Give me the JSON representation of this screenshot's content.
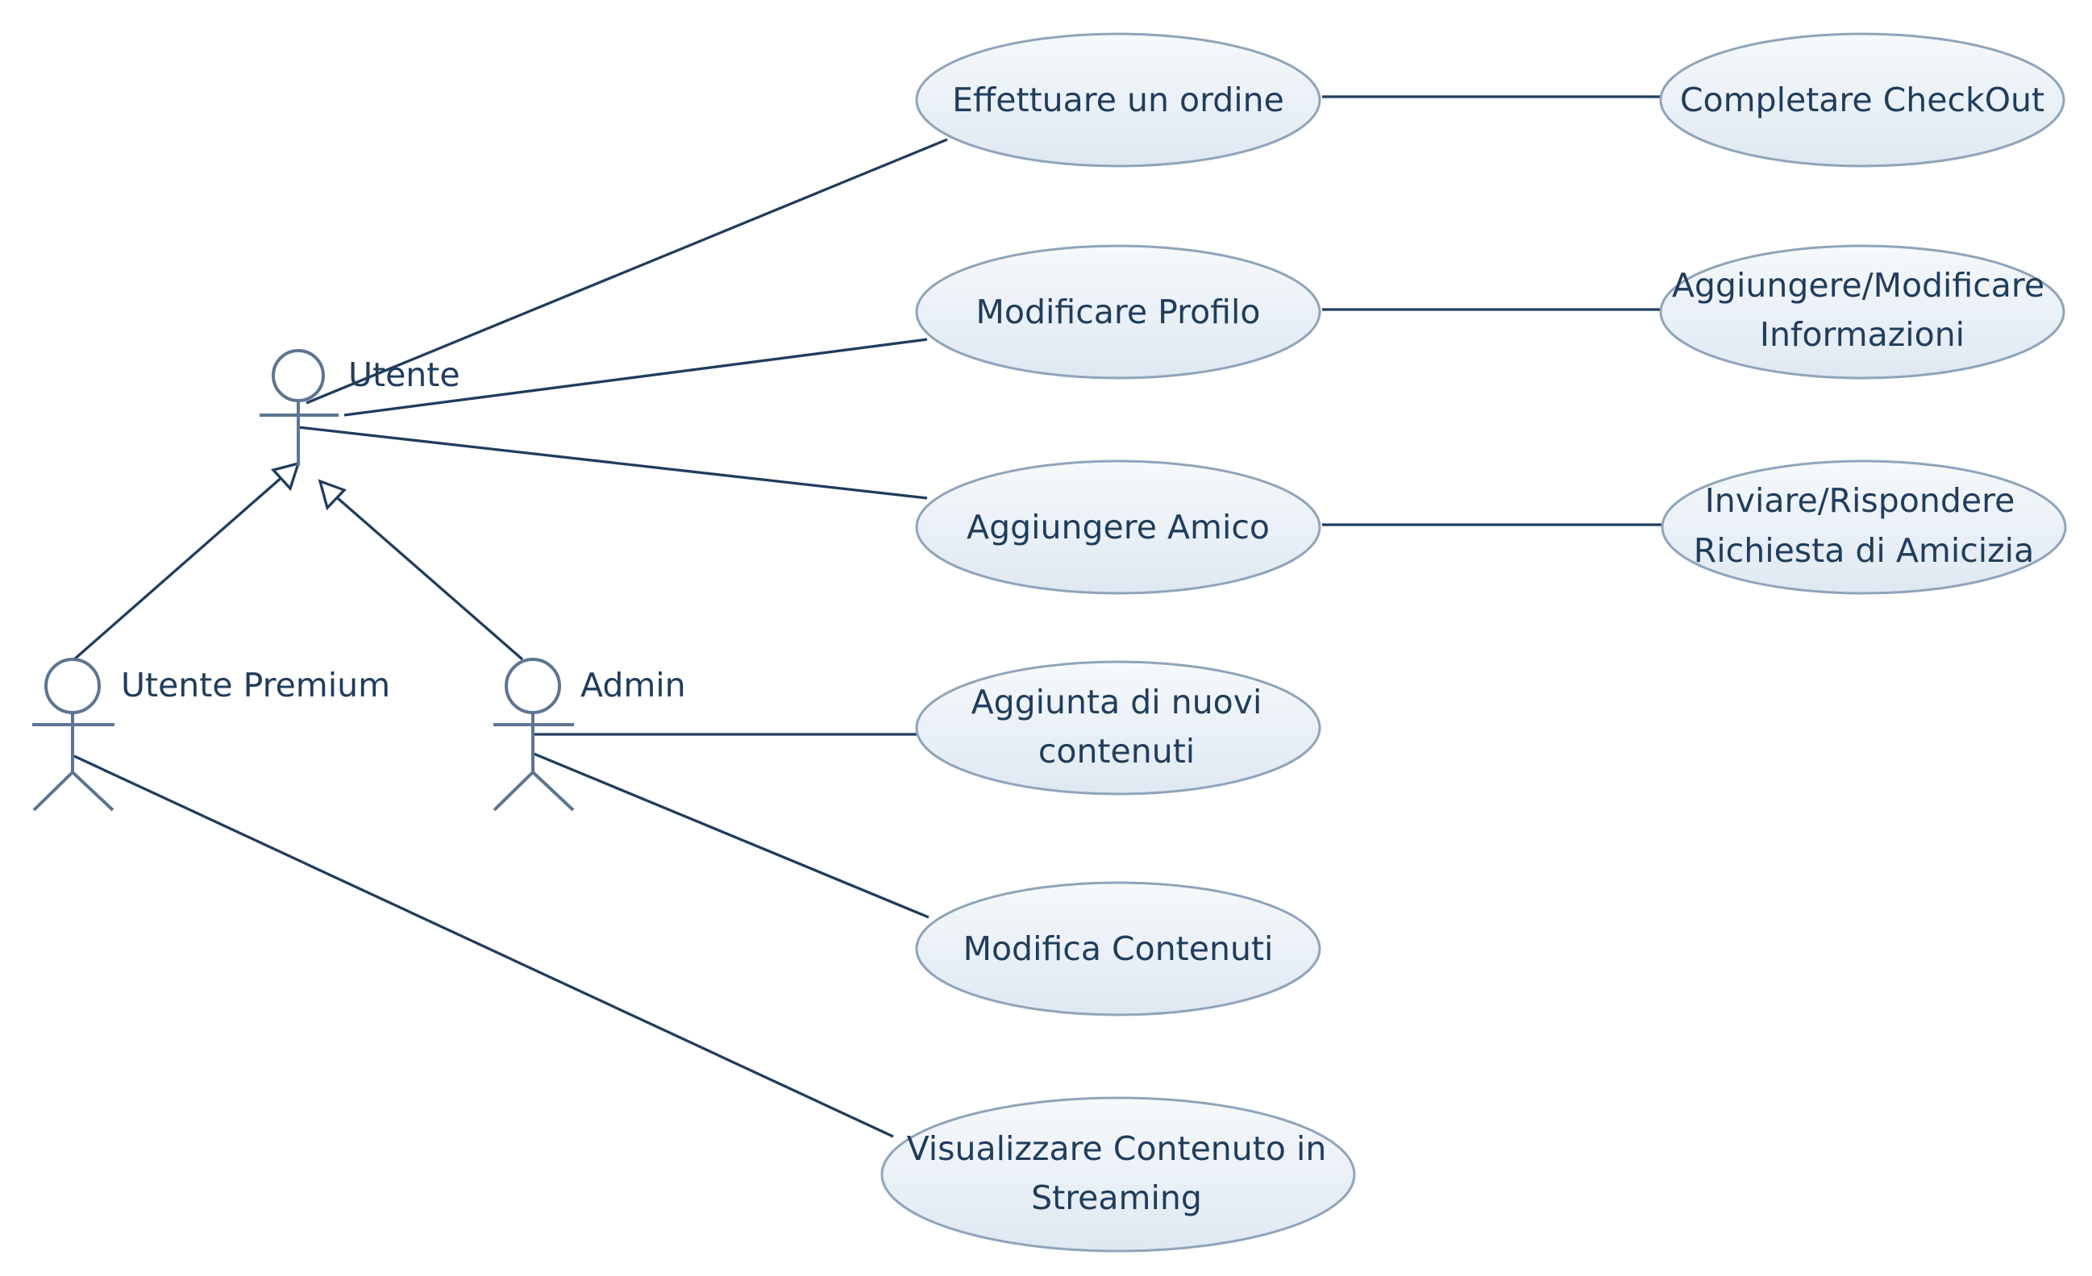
{
  "colors": {
    "line": "#1f3d5c",
    "actor_stroke": "#5c7691",
    "usecase_fill_top": "#f6f9fc",
    "usecase_fill_bottom": "#dfe8f2",
    "usecase_stroke": "#8fa4bb",
    "text": "#1f3d5c"
  },
  "actors": [
    {
      "id": "utente",
      "name": "Utente"
    },
    {
      "id": "premium",
      "name": "Utente Premium"
    },
    {
      "id": "admin",
      "name": "Admin"
    }
  ],
  "use_cases": [
    {
      "id": "ordine",
      "lines": [
        "Effettuare un ordine"
      ]
    },
    {
      "id": "profilo",
      "lines": [
        "Modificare Profilo"
      ]
    },
    {
      "id": "amico",
      "lines": [
        "Aggiungere Amico"
      ]
    },
    {
      "id": "aggiunta",
      "lines": [
        "Aggiunta di nuovi",
        "contenuti"
      ]
    },
    {
      "id": "modifica",
      "lines": [
        "Modifica Contenuti"
      ]
    },
    {
      "id": "streaming",
      "lines": [
        "Visualizzare Contenuto in",
        "Streaming"
      ]
    },
    {
      "id": "checkout",
      "lines": [
        "Completare CheckOut"
      ]
    },
    {
      "id": "info",
      "lines": [
        "Aggiungere/Modificare",
        "Informazioni"
      ]
    },
    {
      "id": "richiesta",
      "lines": [
        "Inviare/Rispondere",
        "Richiesta di Amicizia"
      ]
    }
  ],
  "associations": [
    {
      "from": "utente",
      "to": "ordine"
    },
    {
      "from": "utente",
      "to": "profilo"
    },
    {
      "from": "utente",
      "to": "amico"
    },
    {
      "from": "admin",
      "to": "aggiunta"
    },
    {
      "from": "admin",
      "to": "modifica"
    },
    {
      "from": "premium",
      "to": "streaming"
    },
    {
      "from": "ordine",
      "to": "checkout"
    },
    {
      "from": "profilo",
      "to": "info"
    },
    {
      "from": "amico",
      "to": "richiesta"
    }
  ],
  "generalizations": [
    {
      "child": "premium",
      "parent": "utente"
    },
    {
      "child": "admin",
      "parent": "utente"
    }
  ]
}
